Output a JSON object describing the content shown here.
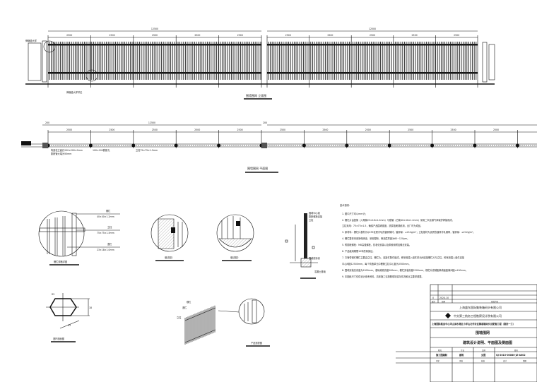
{
  "elevation": {
    "title": "围墙围网 立面图",
    "total_dim": "12500",
    "bay_dim": "2500",
    "left_note": "伸缩缝大样",
    "bottom_note": "伸缩缝大样详见"
  },
  "plan": {
    "title": "围墙围网 平面图",
    "total_dim": "12500",
    "bay_dim": "2500",
    "gap_dim": "200",
    "notes": [
      "构造柱立面孔200×200×0mm",
      "膨胀管大端为50mm",
      "100×100膨胀孔",
      "立柱75×75×1.5mm"
    ]
  },
  "detail_picket": {
    "title": "栅栏规格详图",
    "labels": [
      "横栏",
      "40×40×1.2mm",
      "立柱",
      "75×75×1.5mm",
      "竖栏",
      "23×18×1.0mm"
    ]
  },
  "detail_1": {
    "title": "做法图1"
  },
  "detail_2": {
    "title": "做法图2"
  },
  "section": {
    "labels": [
      "围墙中心线",
      "膨胀螺栓连接",
      "立柱",
      "围墙底标高",
      "混凝土基础"
    ]
  },
  "hex_section": {
    "title": "竖杆剖面图",
    "dims": [
      "23",
      "18",
      "R5"
    ]
  },
  "product": {
    "title": "产品透视图",
    "labels": [
      "横栏",
      "竖栏",
      "立柱"
    ]
  },
  "notes": {
    "heading": "技术说明：",
    "items": [
      "1. 图中尺寸均以mm计；",
      "2. 栅栏片由竖管（六角管23×18×1.0mm）与横管（方管40×40×1.2mm）采用二氧化碳气体保护焊接而成，",
      "    立柱采用：75×75×1.5，确保产品围墙强度，抗腐蚀美观耐用，出厂时为成品。",
      "3. 原材料：栅栏片基材为Q235优质冷轧热镀锌管材，镀锌量：≥212g/m²；立柱基材为优质热镀锌冷轧钢带，镀锌量：≥212g/m²。",
      "4. 栅栏整体采用静电喷涂，采用塑粉，喷涂层厚度为60~120μm。",
      "5. 附膨胀螺栓：M8高强螺栓，抗老化安装以及带使用附加螺丝安装。",
      "6. 产品使用期限10年质量保证。",
      "7. 方管带钢件栅栏主要由立柱、栅栏片、连接件配件组成，即采用插入组件单元间连接栅栏片与立柱，即采用插入组件连接",
      "中心间距12500mm，每个构造单元中栅管立柱中心距为2500mm。",
      "8. 围墙安装总高度为2000mm，基础墙底高度200mm，栅栏安装高度2200mm，栅栏片底端距离墙面距离间距≤100mm。",
      "9. 本图纸尺寸仅供设计参考资料，具体施工请按照现场实际情况和业主要求调整。"
    ]
  },
  "title_block": {
    "revision": "0",
    "date": "2024.10",
    "rev_headers": [
      "版次",
      "日期",
      "修改内容"
    ],
    "client": "上海盛东国际集装箱码头有限公司",
    "designer": "中交第三航务工程勘察设计院有限公司",
    "project": "上海国际航运中心洋山深水港区小洋山北作业区集装箱码头及配套工程（第四一工）",
    "subproject": "围墙围网",
    "drawing_title": "建筑设计说明、平面图及侧面图",
    "row_headers": [
      "阶段",
      "专业",
      "比例",
      "图号"
    ],
    "stage": "施工图编制",
    "discipline": "建筑",
    "scale": "见图",
    "drawing_no": "GJ-2015-00080-JZ-A002",
    "sign_headers": [
      "审定",
      "审核",
      "校核",
      "设计",
      "制图"
    ]
  }
}
